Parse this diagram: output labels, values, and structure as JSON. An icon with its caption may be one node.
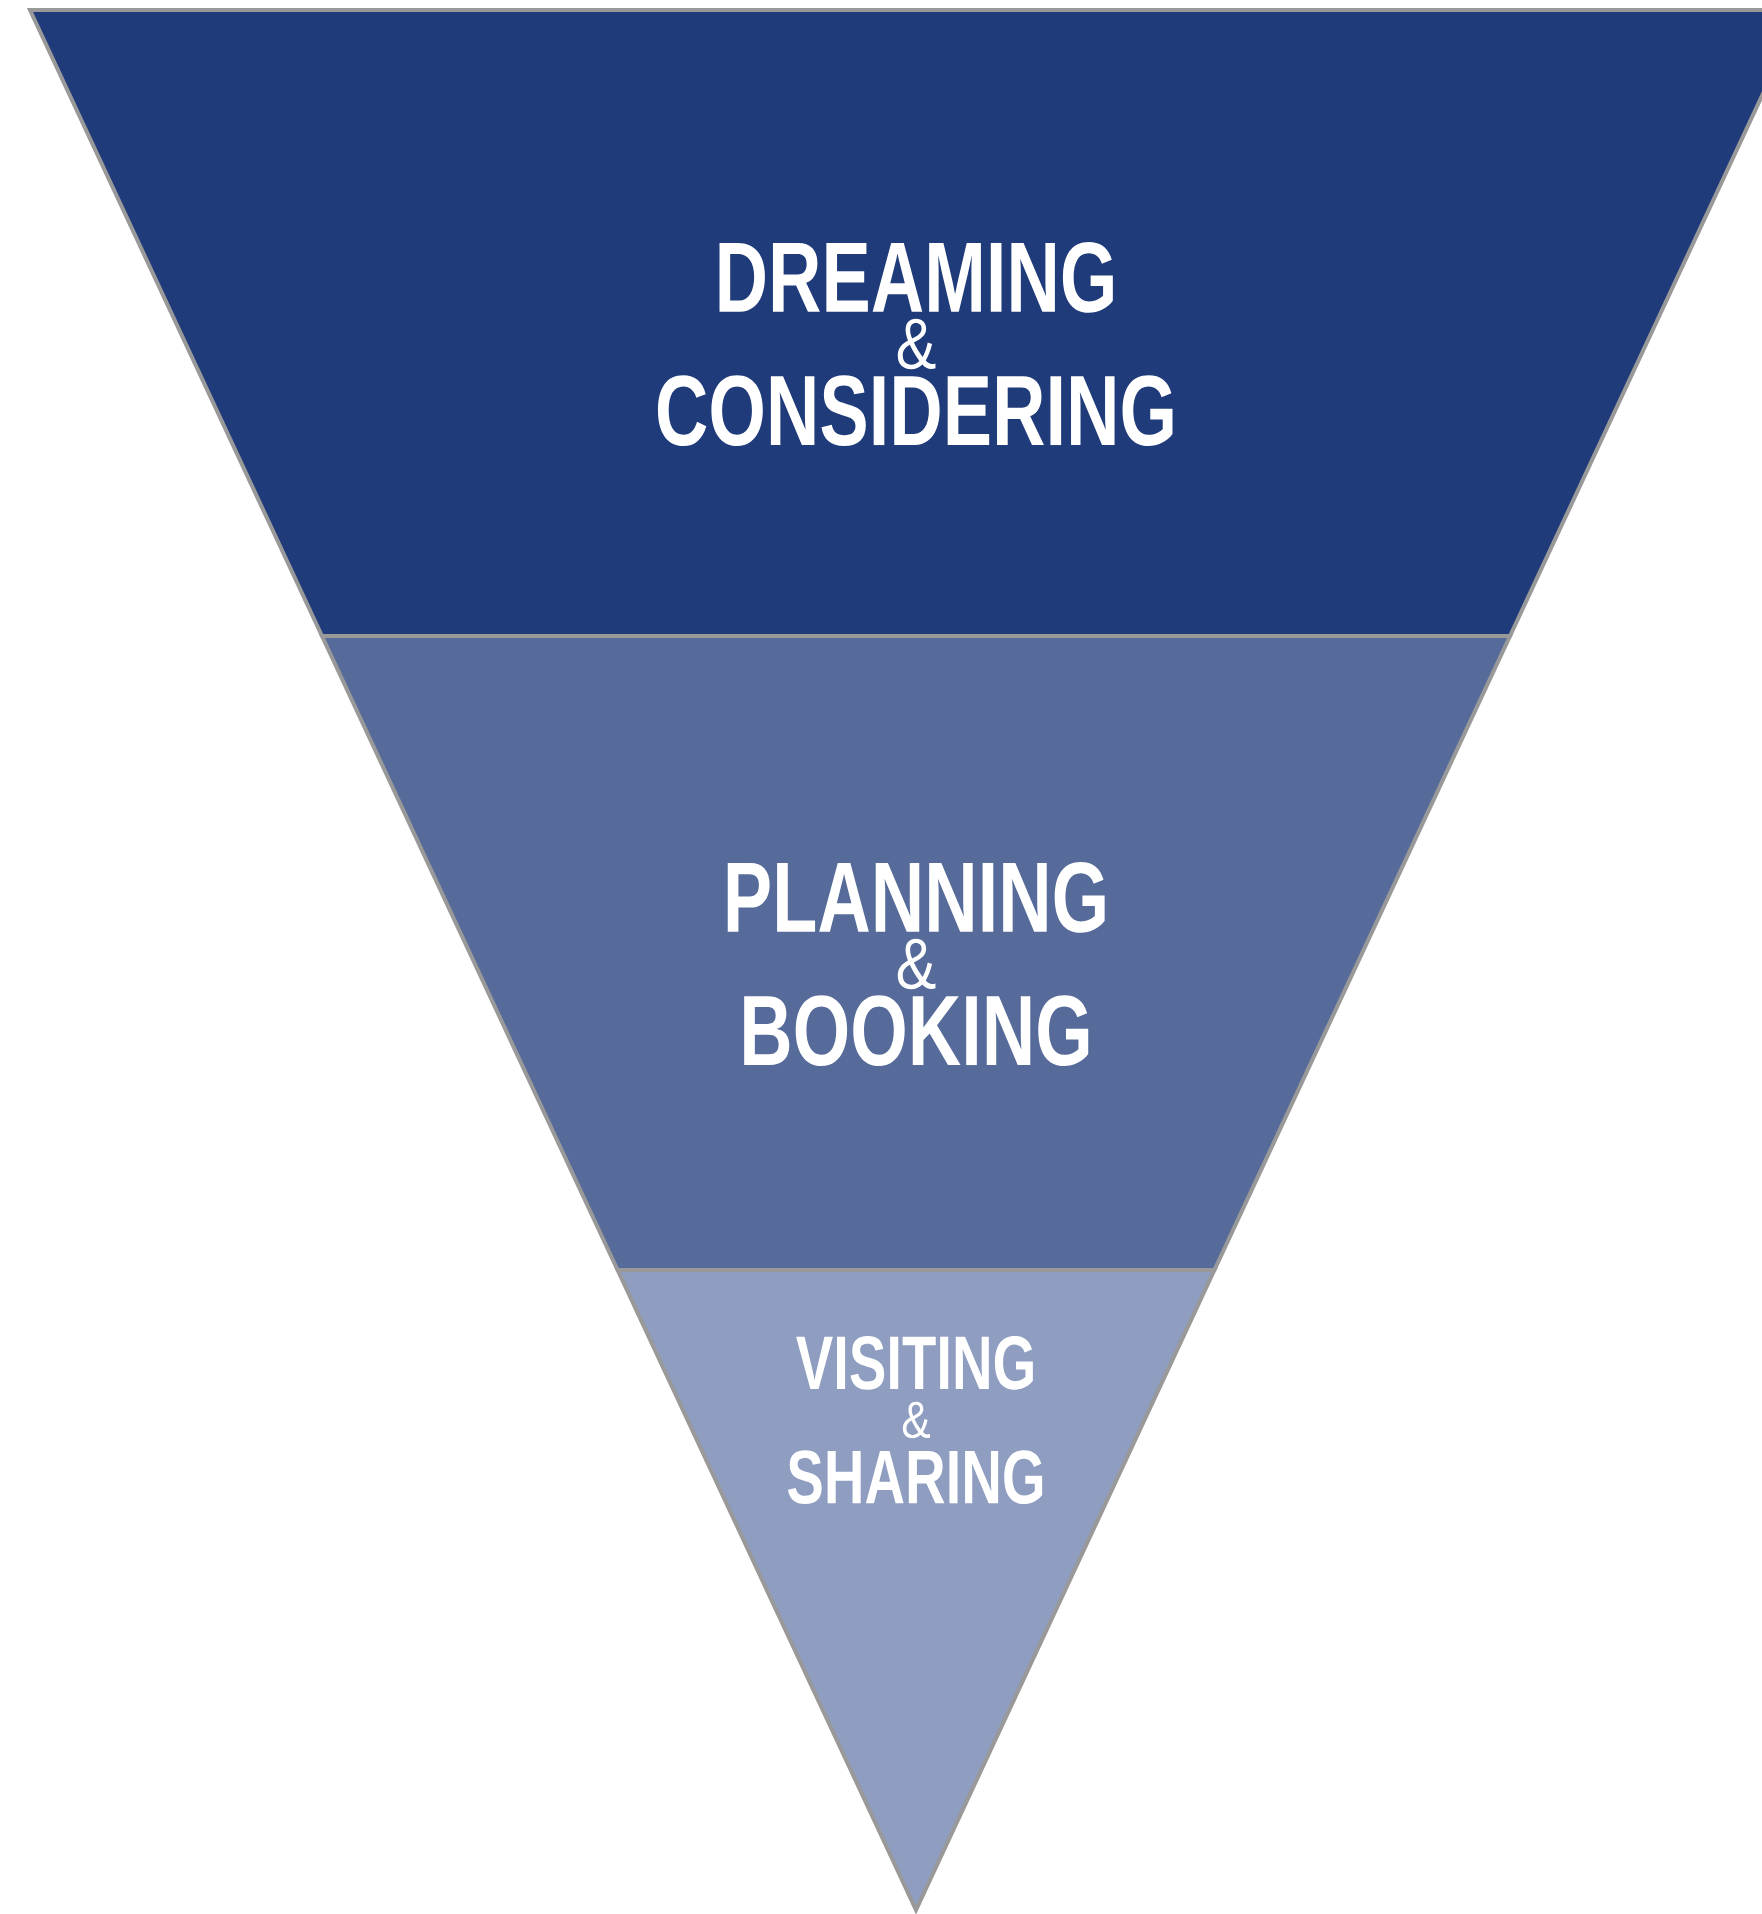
{
  "diagram": {
    "nodes": [
      {
        "text": [
          "DREAMING",
          "&",
          "CONSIDERING"
        ]
      },
      {
        "text": [
          "PLANNING",
          "&",
          "BOOKING"
        ]
      },
      {
        "text": [
          "VISITING",
          "&",
          "SHARING"
        ]
      }
    ]
  }
}
